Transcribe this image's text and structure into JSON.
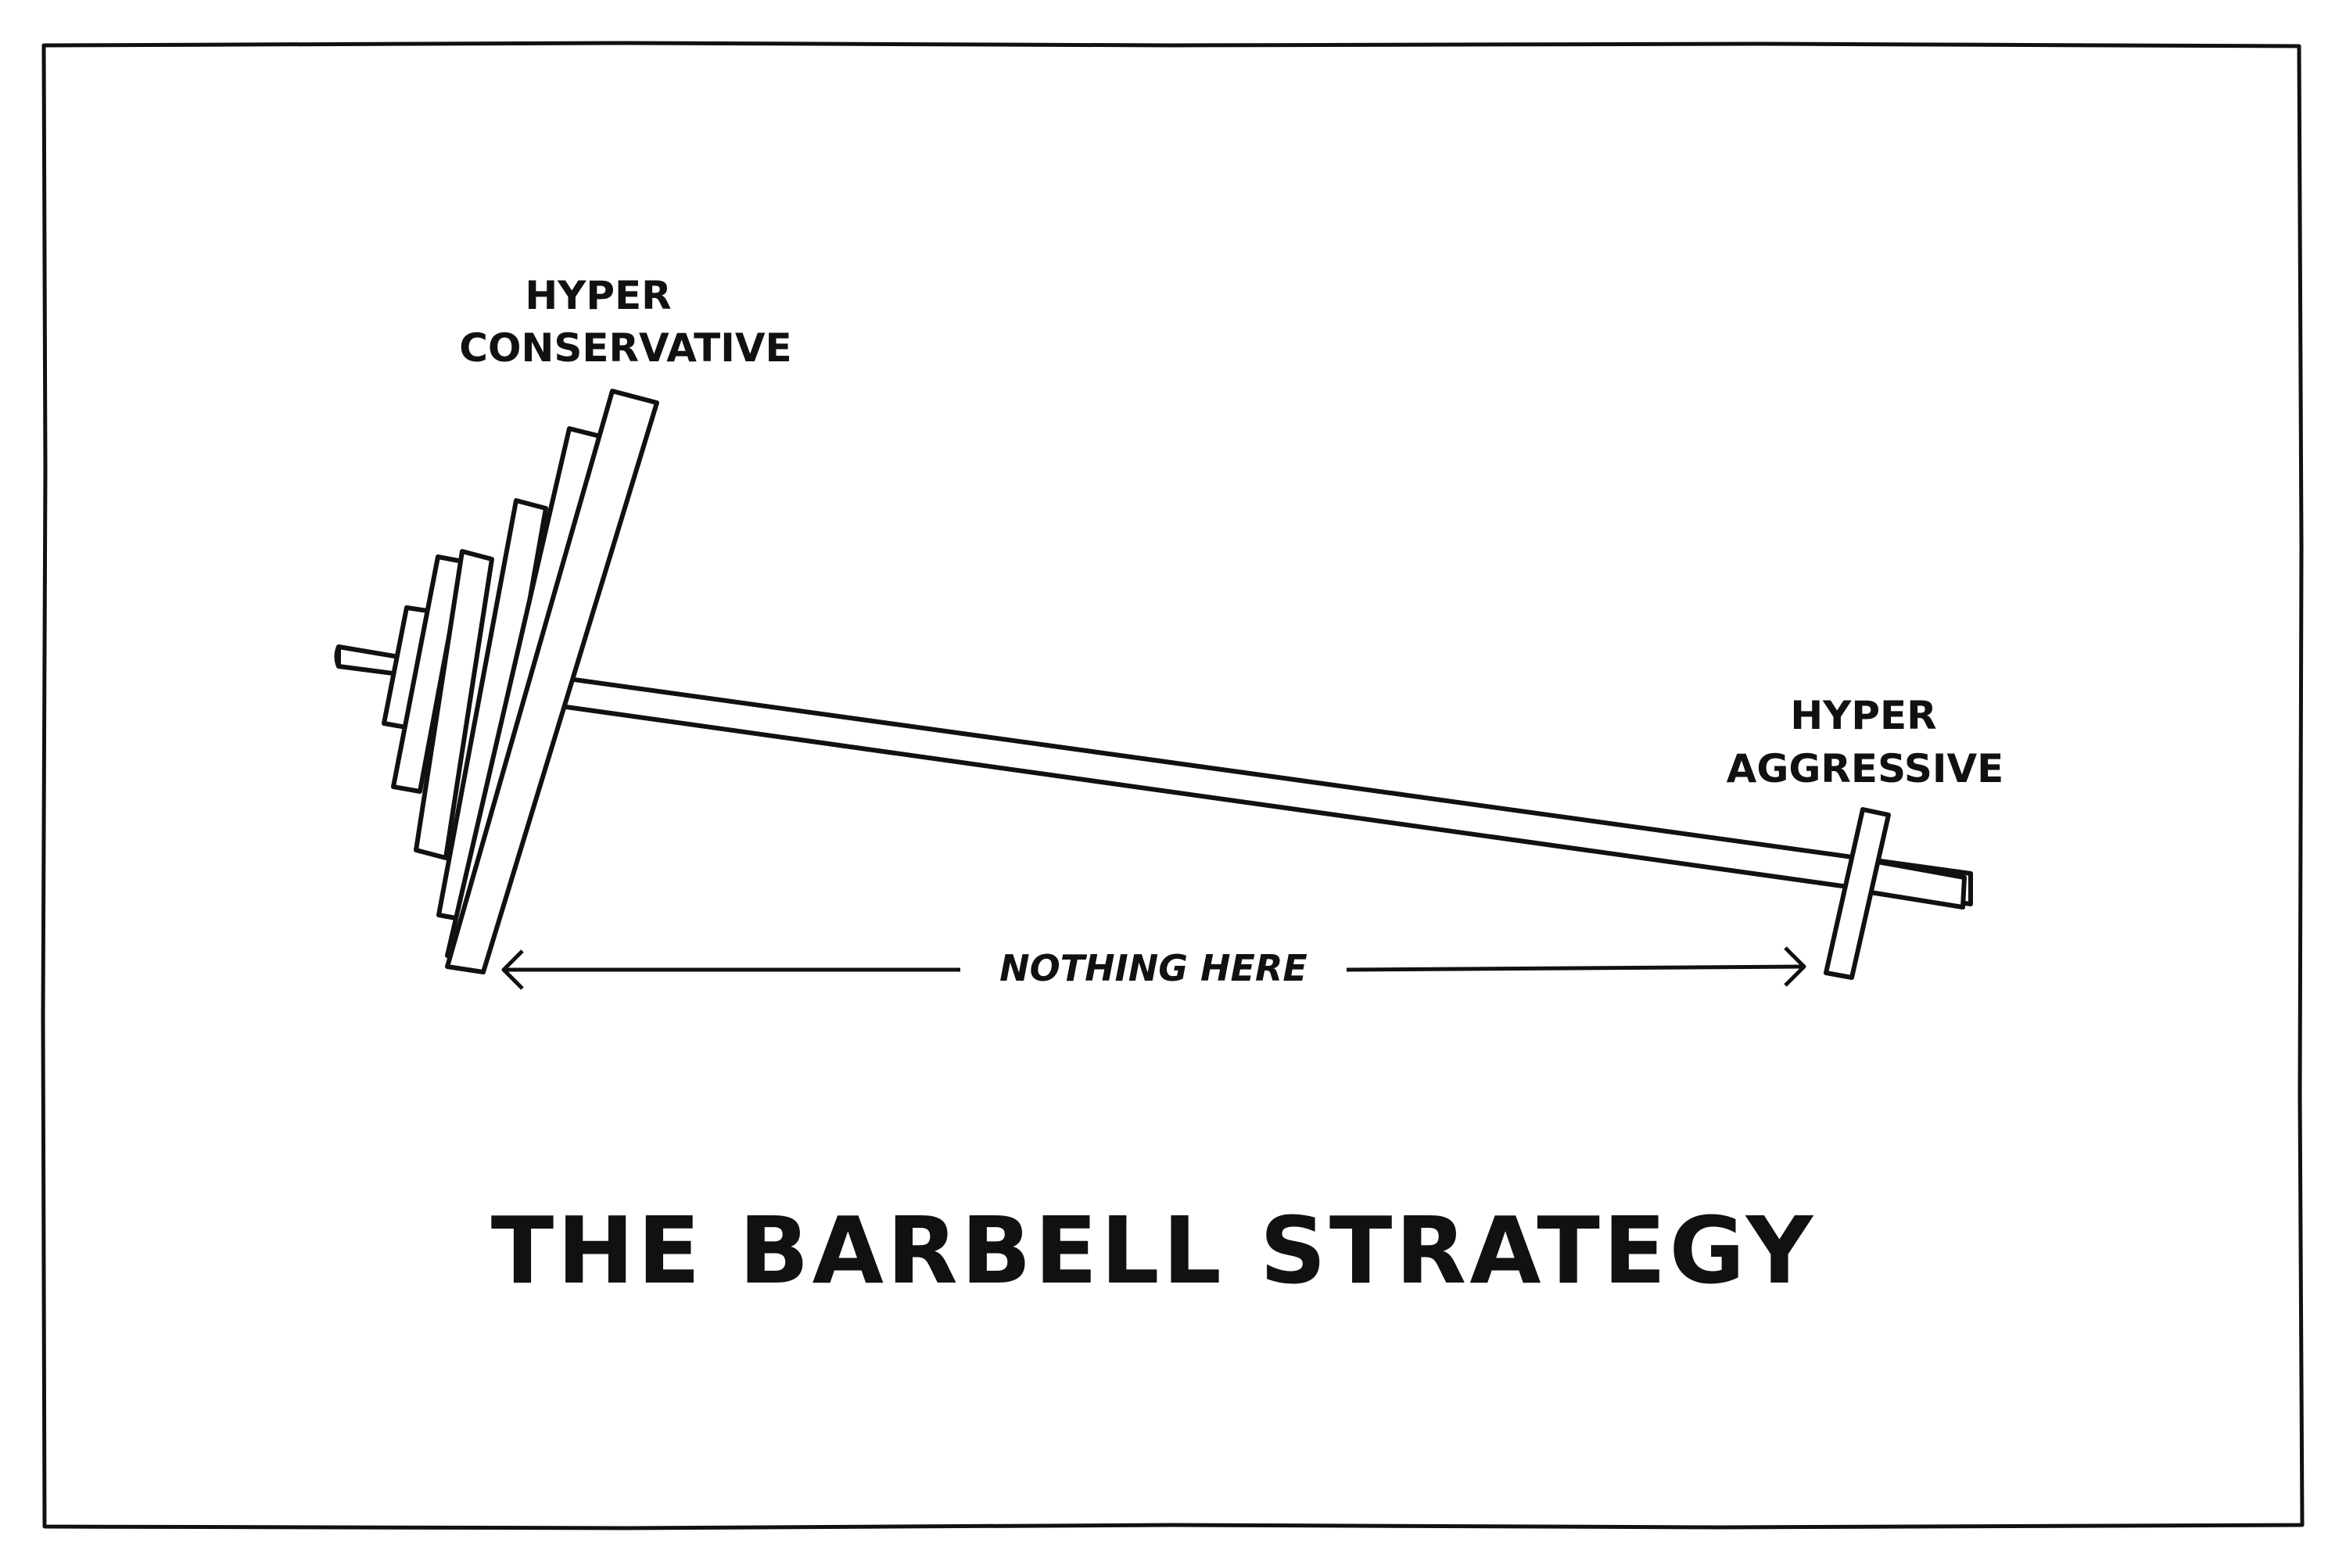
{
  "diagram": {
    "title": "THE BARBELL STRATEGY",
    "labels": {
      "left_line1": "HYPER",
      "left_line2": "CONSERVATIVE",
      "right_line1": "HYPER",
      "right_line2": "AGGRESSIVE",
      "gap": "NOTHING HERE"
    },
    "colors": {
      "ink": "#111111",
      "paper": "#ffffff"
    }
  }
}
